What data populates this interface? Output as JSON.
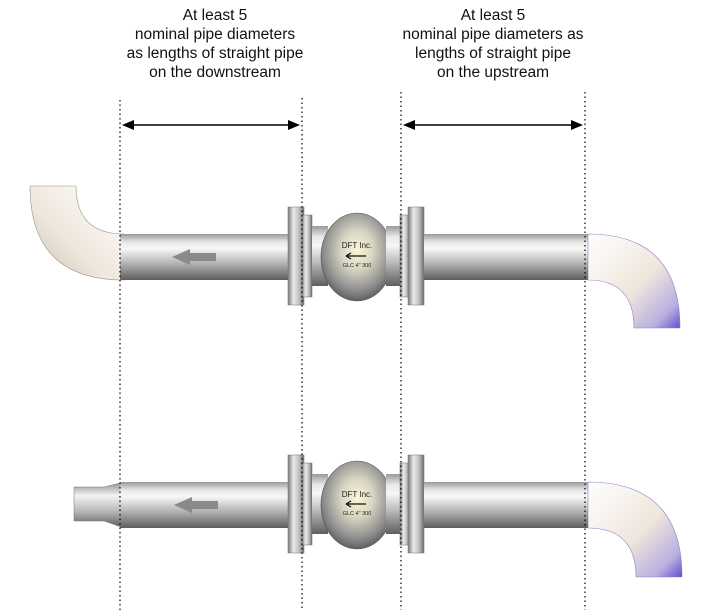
{
  "labels": {
    "downstream": [
      "At least 5",
      "nominal pipe diameters",
      "as lengths of straight pipe",
      "on the downstream"
    ],
    "upstream": [
      "At least 5",
      "nominal pipe diameters as",
      "lengths of straight pipe",
      "on the upstream"
    ]
  },
  "valve": {
    "maker": "DFT Inc.",
    "model": "GLC 4\" 300"
  },
  "colors": {
    "pipe_light": "#f2f2f2",
    "pipe_mid": "#bdbdbd",
    "pipe_dark": "#6e6e6e",
    "elbow_light": "#f6f0ea",
    "elbow_shade": "#6a5fd8",
    "flow_arrow": "#8a8a8a",
    "line": "#000000"
  },
  "icons": {
    "flow": "left-arrow-icon",
    "dimension": "double-headed-arrow-icon"
  }
}
